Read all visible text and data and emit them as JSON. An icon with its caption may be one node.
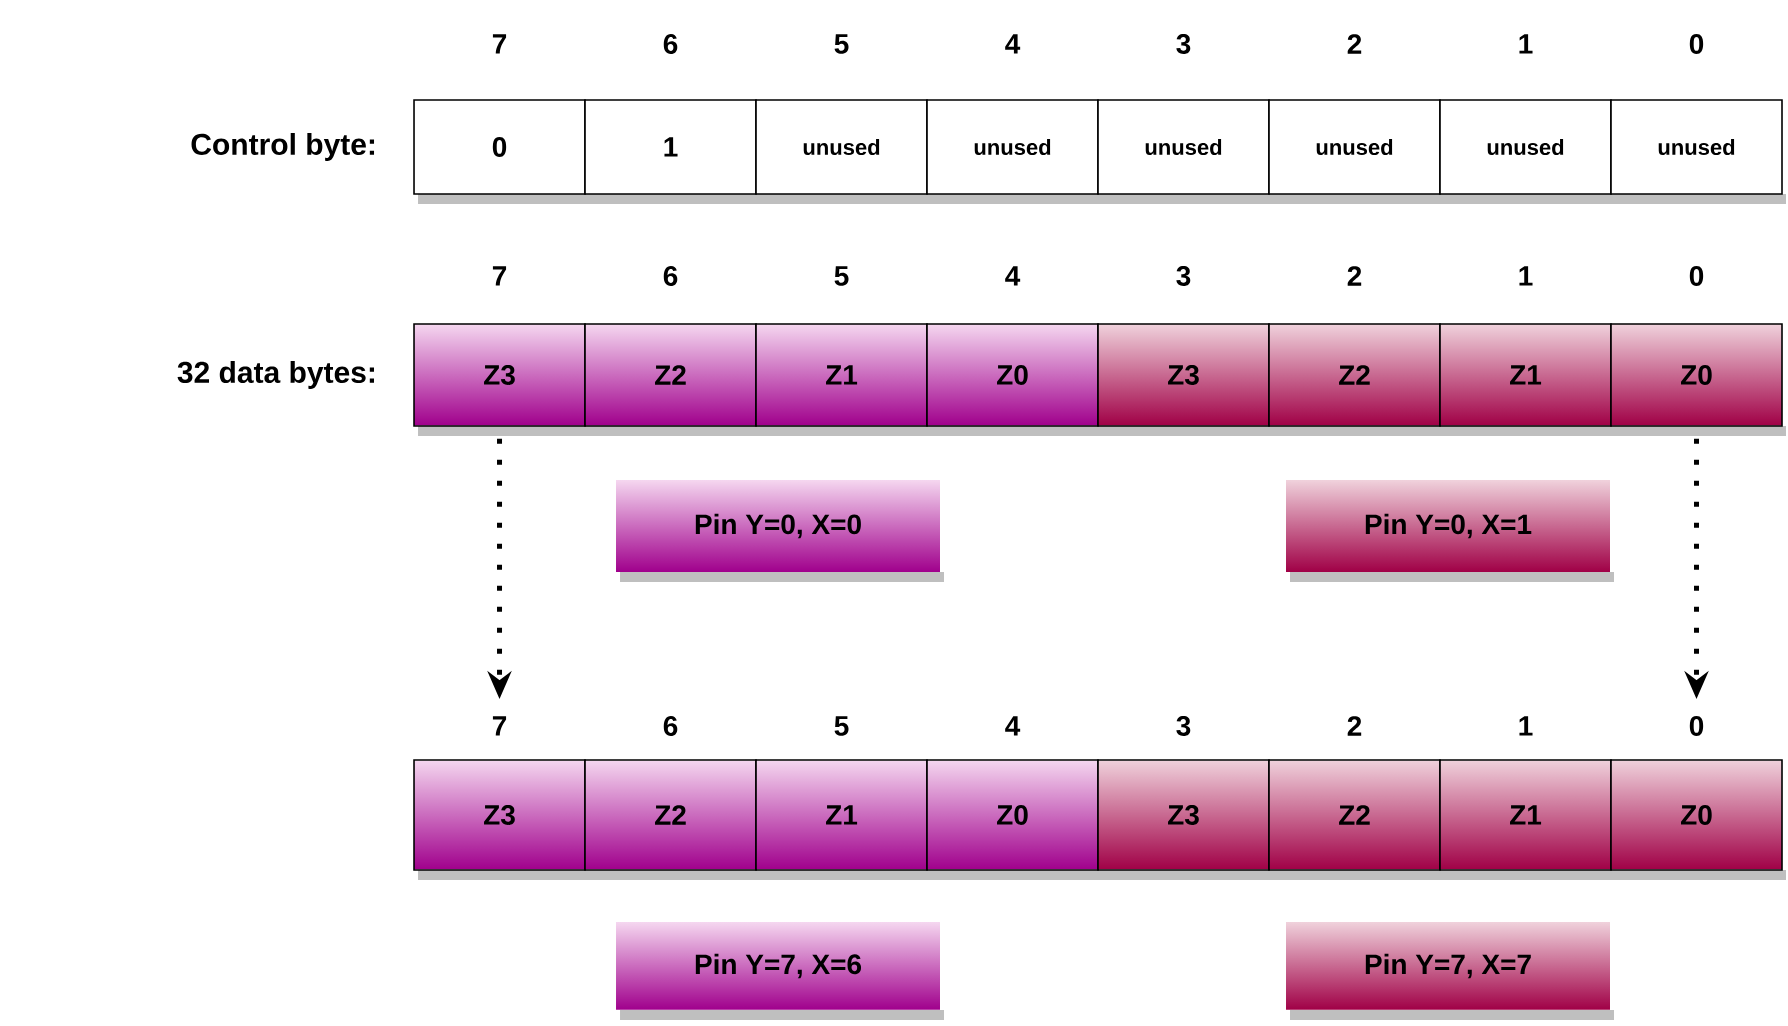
{
  "diagram": {
    "nodes": [
      {
        "text": [
          "0"
        ]
      },
      {
        "text": [
          "1"
        ]
      },
      {
        "text": [
          "unused"
        ]
      },
      {
        "text": [
          "unused"
        ]
      },
      {
        "text": [
          "unused"
        ]
      },
      {
        "text": [
          "unused"
        ]
      },
      {
        "text": [
          "unused"
        ]
      },
      {
        "text": [
          "unused"
        ]
      },
      {
        "text": [
          "Z3"
        ]
      },
      {
        "text": [
          "Z2"
        ]
      },
      {
        "text": [
          "Z1"
        ]
      },
      {
        "text": [
          "Z0"
        ]
      },
      {
        "text": [
          "Z3"
        ]
      },
      {
        "text": [
          "Z2"
        ]
      },
      {
        "text": [
          "Z1"
        ]
      },
      {
        "text": [
          "Z0"
        ]
      },
      {
        "text": [
          "Pin Y=0, X=0"
        ]
      },
      {
        "text": [
          "Pin Y=0, X=1"
        ]
      },
      {
        "text": [
          "Z3"
        ]
      },
      {
        "text": [
          "Z2"
        ]
      },
      {
        "text": [
          "Z1"
        ]
      },
      {
        "text": [
          "Z0"
        ]
      },
      {
        "text": [
          "Z3"
        ]
      },
      {
        "text": [
          "Z2"
        ]
      },
      {
        "text": [
          "Z1"
        ]
      },
      {
        "text": [
          "Z0"
        ]
      },
      {
        "text": [
          "Pin Y=7, X=6"
        ]
      },
      {
        "text": [
          "Pin Y=7, X=7"
        ]
      }
    ],
    "edges": [
      {
        "from": 8,
        "to": 18,
        "arrow": "to",
        "style": "dashed"
      },
      {
        "from": 15,
        "to": 25,
        "arrow": "to",
        "style": "dashed"
      }
    ],
    "labels": [
      "7",
      "6",
      "5",
      "4",
      "3",
      "2",
      "1",
      "0",
      "Control byte:",
      "7",
      "6",
      "5",
      "4",
      "3",
      "2",
      "1",
      "0",
      "32 data bytes:",
      "7",
      "6",
      "5",
      "4",
      "3",
      "2",
      "1",
      "0"
    ]
  }
}
